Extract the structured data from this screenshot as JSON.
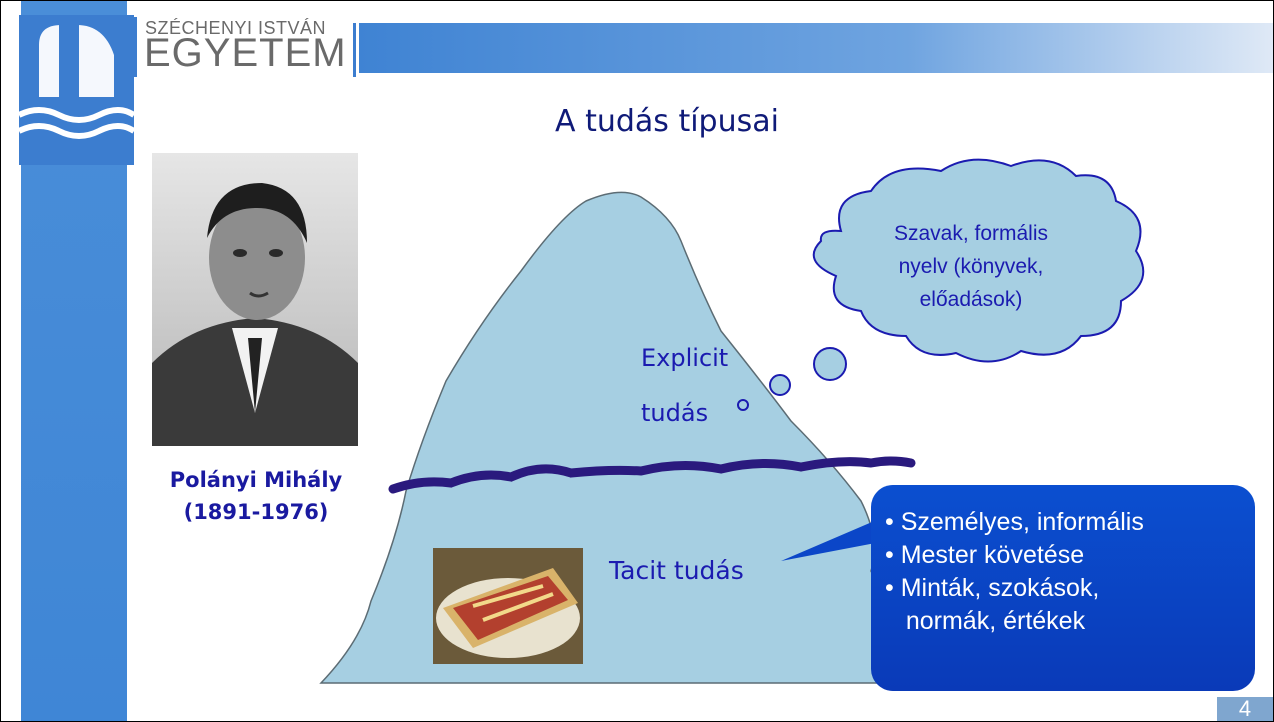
{
  "header": {
    "brand_small": "SZÉCHENYI ISTVÁN",
    "brand_big": "EGYETEM"
  },
  "slide": {
    "title": "A tudás típusai",
    "page_number": "4"
  },
  "portrait": {
    "caption_name": "Polányi Mihály",
    "caption_years": "(1891-1976)"
  },
  "iceberg": {
    "explicit_line1": "Explicit",
    "explicit_line2": "tudás",
    "tacit": "Tacit tudás"
  },
  "cloud": {
    "line1": "Szavak, formális",
    "line2": "nyelv (könyvek,",
    "line3": "előadások)"
  },
  "callout": {
    "items": [
      "• Személyes, informális",
      "• Mester követése",
      "•  Minták, szokások,",
      "   normák, értékek"
    ]
  },
  "colors": {
    "accent_blue": "#3c7dcf",
    "text_blue": "#1b1bb0",
    "iceberg_fill": "#a6cfe2",
    "waterline": "#2a1a7e",
    "callout_blue": "#0b46c8"
  }
}
